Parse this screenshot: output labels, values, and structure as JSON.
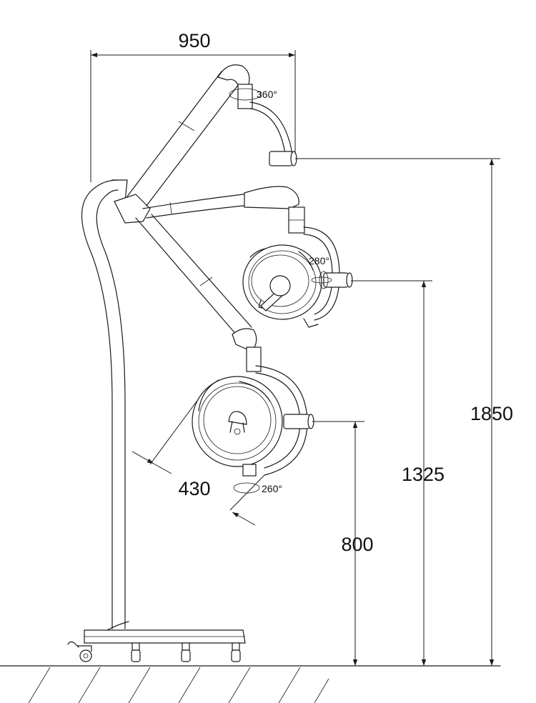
{
  "dimensions": {
    "width_label": "950",
    "head_diameter_label": "430",
    "height_small_label": "800",
    "height_mid_label": "1325",
    "height_max_label": "1850"
  },
  "rotations": {
    "top_joint": "360°",
    "upper_head": "280°",
    "lower_head": "260°"
  }
}
